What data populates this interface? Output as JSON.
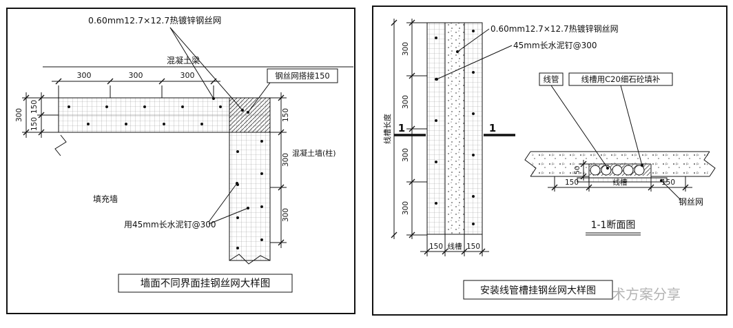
{
  "left": {
    "title": "墙面不同界面挂钢丝网大样图",
    "mesh_spec": "0.60mm12.7×12.7热镀锌钢丝网",
    "beam_label": "混凝土梁",
    "lap_label": "钢丝网搭接150",
    "wall_column_label": "混凝土墙(柱)",
    "infill_label": "填充墙",
    "nail_label": "用45mm长水泥钉@300",
    "top_dims": [
      "300",
      "300",
      "300"
    ],
    "left_outer_dim": "300",
    "left_inner_dims": [
      "150",
      "150"
    ],
    "right_dims": [
      "150",
      "300",
      "300"
    ]
  },
  "right": {
    "title": "安装线管槽挂钢丝网大样图",
    "mesh_spec": "0.60mm12.7×12.7热镀锌钢丝网",
    "nail_spec": "45mm长水泥钉@300",
    "groove_length_label": "线槽长度",
    "left_dims": [
      "300",
      "300",
      "300",
      "300"
    ],
    "plan_bottom_dims": [
      "150",
      "线槽",
      "150"
    ],
    "section_marks": [
      "1",
      "1"
    ],
    "conduit_label": "线管",
    "fill_label": "线槽用C20细石砼填补",
    "depth_dim": "50",
    "section_bottom_dims": [
      "150",
      "线槽",
      "150"
    ],
    "mesh_label": "钢丝网",
    "section_title": "1-1断面图"
  },
  "watermark": "术方案分享"
}
